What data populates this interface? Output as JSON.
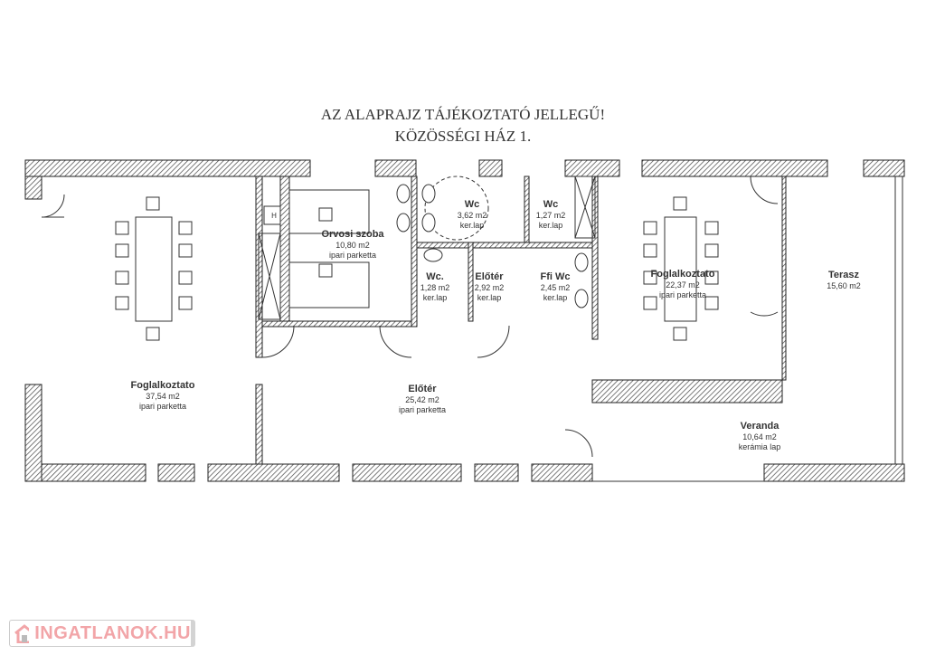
{
  "title": {
    "line1": "AZ ALAPRAJZ TÁJÉKOZTATÓ JELLEGŰ!",
    "line2": "KÖZÖSSÉGI HÁZ 1."
  },
  "rooms": [
    {
      "name": "Foglalkoztato",
      "area": "37,54 m2",
      "floor": "ipari parketta"
    },
    {
      "name": "Orvosi szoba",
      "area": "10,80 m2",
      "floor": "ipari parketta"
    },
    {
      "name": "Wc",
      "area": "3,62 m2",
      "floor": "ker.lap"
    },
    {
      "name": "Wc",
      "area": "1,27 m2",
      "floor": "ker.lap"
    },
    {
      "name": "Wc.",
      "area": "1,28 m2",
      "floor": "ker.lap"
    },
    {
      "name": "Előtér",
      "area": "2,92 m2",
      "floor": "ker.lap"
    },
    {
      "name": "Ffi Wc",
      "area": "2,45 m2",
      "floor": "ker.lap"
    },
    {
      "name": "Foglalkoztato",
      "area": "22,37 m2",
      "floor": "ipari parketta"
    },
    {
      "name": "Terasz",
      "area": "15,60 m2"
    },
    {
      "name": "Előtér",
      "area": "25,42 m2",
      "floor": "ipari parketta"
    },
    {
      "name": "Veranda",
      "area": "10,64 m2",
      "floor": "kerámia lap"
    }
  ],
  "fixture_label": "H",
  "watermark": "INGATLANOK.HU"
}
